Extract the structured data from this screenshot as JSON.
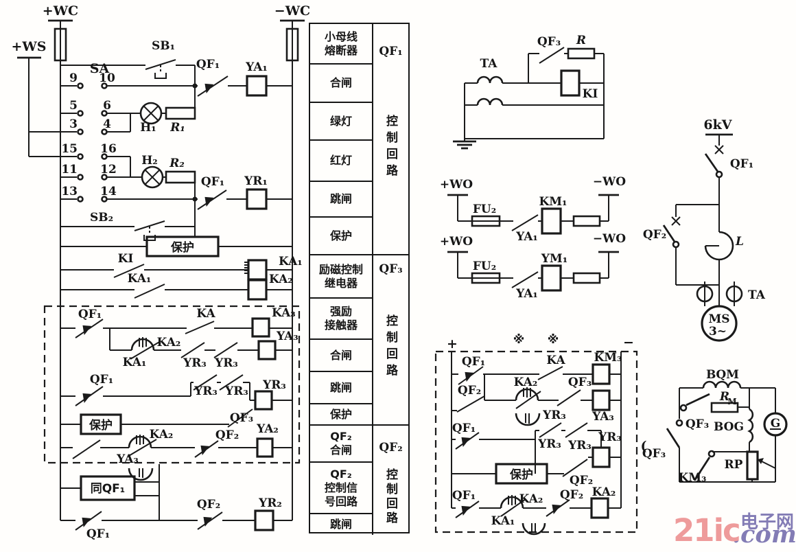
{
  "left_circuit": {
    "plus_wc": "+WC",
    "plus_ws": "+WS",
    "minus_wc": "−WC",
    "sa": "SA",
    "sb1": "SB₁",
    "sb2": "SB₂",
    "terminals": [
      "9",
      "10",
      "5",
      "6",
      "3",
      "4",
      "15",
      "16",
      "11",
      "12",
      "13",
      "14"
    ],
    "qf1_close": "QF₁",
    "ya1": "YA₁",
    "h1": "H₁",
    "r1": "R₁",
    "h2": "H₂",
    "r2": "R₂",
    "qf1_trip": "QF₁",
    "yr1": "YR₁",
    "protect1": "保护",
    "ki": "KI",
    "ka1_coil": "KA₁",
    "ka1_contact": "KA₁",
    "ka2_coil": "KA₂",
    "box": {
      "qf1_a": "QF₁",
      "ka": "KA",
      "ka3": "KA₃",
      "ka2": "KA₂",
      "ka1": "KA₁",
      "yr3_1": "YR₃",
      "yr3_2": "YR₃",
      "ya3": "YA₃",
      "qf1_b": "QF₁",
      "yr3_3": "YR₃",
      "yr3_4": "YR₃",
      "yr3_coil": "YR₃",
      "qf3": "QF₃",
      "protect2": "保护",
      "ka2_b": "KA₂",
      "qf2": "QF₂",
      "ya2": "YA₂",
      "ya3_b": "YA₃"
    },
    "same_as_qf1": "同QF₁",
    "qf1_bottom": "QF₁",
    "qf2_trip": "QF₂",
    "yr2": "YR₂"
  },
  "table": {
    "rows": [
      "小母线\n熔断器",
      "合闸",
      "绿灯",
      "红灯",
      "跳闸",
      "保护",
      "励磁控制\n继电器",
      "强励\n接触器",
      "合闸",
      "跳闸",
      "保护",
      "QF₂\n合闸",
      "QF₂\n控制信\n号回路",
      "跳闸"
    ],
    "sections": [
      {
        "device": "QF₁",
        "scope": "控制回路"
      },
      {
        "device": "QF₃",
        "scope": "控制回路"
      },
      {
        "device": "QF₂",
        "scope": "控制回路"
      }
    ]
  },
  "ct_circuit": {
    "ta": "TA",
    "qf3": "QF₃",
    "r": "R",
    "ki": "KI"
  },
  "wo_circuits": {
    "c1": {
      "plus": "+WO",
      "minus": "−WO",
      "fu": "FU₂",
      "ya1": "YA₁",
      "coil": "KM₁"
    },
    "c2": {
      "plus": "+WO",
      "minus": "−WO",
      "fu": "FU₂",
      "ya1": "YA₁",
      "coil": "YM₁"
    }
  },
  "field_box": {
    "plus": "+",
    "minus": "−",
    "ref1": "※",
    "ref2": "※",
    "artifact": "(",
    "qf1_1": "QF₁",
    "ka": "KA",
    "km3": "KM₃",
    "qf2_1": "QF₂",
    "ka2_1": "KA₂",
    "qf3": "QF₃",
    "ya3": "YA₃",
    "yr3_arm": "YR₃",
    "qf1_2": "QF₁",
    "yr3_1": "YR₃",
    "yr3_2": "YR₃",
    "yr3_coil": "YR₃",
    "protect": "保护",
    "qf2_2": "QF₂",
    "qf1_3": "QF₁",
    "ka2_2": "KA₂",
    "ka1": "KA₁",
    "qf2_3": "QF₂",
    "ka2_coil": "KA₂"
  },
  "one_line": {
    "bus": "6kV",
    "qf1": "QF₁",
    "qf2": "QF₂",
    "l": "L",
    "ta": "TA",
    "ms": "MS",
    "ms_phase": "3~"
  },
  "excitation": {
    "bqm": "BQM",
    "r": "R",
    "r_sub": "M",
    "qf3_shunt": "QF₃",
    "bog": "BOG",
    "g": "G",
    "qf3_line": "QF₃",
    "rp": "RP",
    "km3": "KM₃"
  },
  "watermark": {
    "brand": "21ic",
    "site": "电子网",
    "com": ".com"
  },
  "colors": {
    "ink": "#1a1a1a",
    "brand_pink": "#ee9b9b",
    "brand_purple": "#837cb5"
  }
}
